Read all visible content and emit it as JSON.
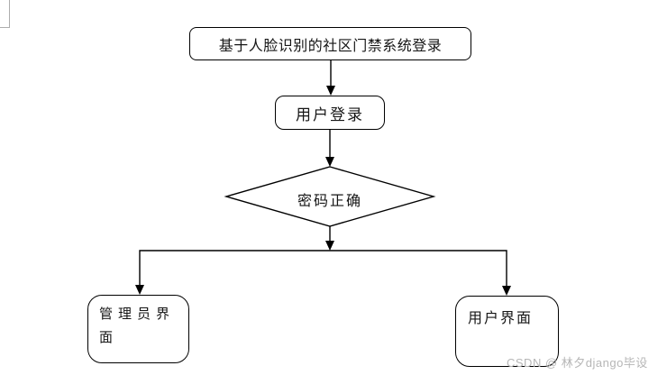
{
  "colors": {
    "background": "#ffffff",
    "line": "#000000",
    "text": "#161616",
    "watermark": "#b6b6b6",
    "frame_artifact": "#adadad"
  },
  "flowchart": {
    "nodes": {
      "start": {
        "label": "基于人脸识别的社区门禁系统登录",
        "shape": "rounded-rectangle"
      },
      "login": {
        "label": "用户登录",
        "shape": "rounded-rectangle"
      },
      "decision": {
        "label": "密码正确",
        "shape": "diamond"
      },
      "admin": {
        "label": "管理员界面",
        "shape": "rounded-rectangle"
      },
      "user": {
        "label": "用户界面",
        "shape": "rounded-rectangle"
      }
    },
    "edges": [
      {
        "from": "start",
        "to": "login"
      },
      {
        "from": "login",
        "to": "decision"
      },
      {
        "from": "decision",
        "to": "branch-rail"
      },
      {
        "from": "branch-rail",
        "to": "admin"
      },
      {
        "from": "branch-rail",
        "to": "user"
      }
    ]
  },
  "watermark": {
    "text": "CSDN @ 林夕django毕设"
  }
}
